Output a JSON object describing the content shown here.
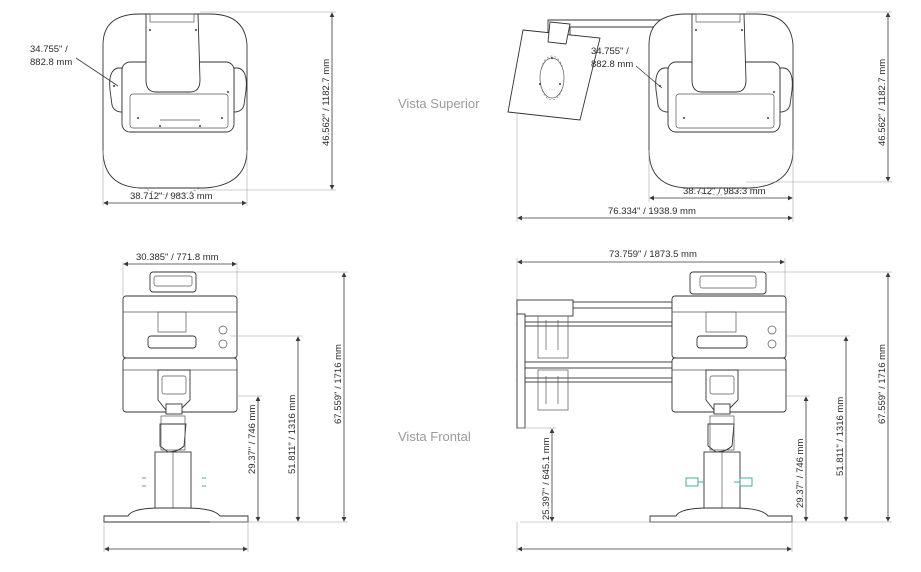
{
  "views": {
    "top": "Vista Superior",
    "front": "Vista Frontal"
  },
  "dims": {
    "tl_overhang_a": "34.755\" /",
    "tl_overhang_b": "882.8 mm",
    "tl_height": "46.562\" / 1182.7 mm",
    "tl_width": "38.712\" / 983.3 mm",
    "tr_overhang_a": "34.755\" /",
    "tr_overhang_b": "882.8 mm",
    "tr_height": "46.562\" / 1182.7 mm",
    "tr_width": "38.712\" / 983.3 mm",
    "tr_total": "76.334\" / 1938.9 mm",
    "bl_top_width": "30.385\" / 771.8 mm",
    "bl_h1": "29.37\" / 746 mm",
    "bl_h2": "51.811\" / 1316 mm",
    "bl_h3": "67.559\" / 1716 mm",
    "br_top_width": "73.759\" / 1873.5 mm",
    "br_h0": "25.397\" / 645.1 mm",
    "br_h1": "29.37\" / 746 mm",
    "br_h2": "51.811\" / 1316 mm",
    "br_h3": "67.559\" / 1716 mm"
  },
  "colors": {
    "line": "#3a3a3a",
    "label": "#9a9a9a",
    "accent": "#2fa88a"
  }
}
